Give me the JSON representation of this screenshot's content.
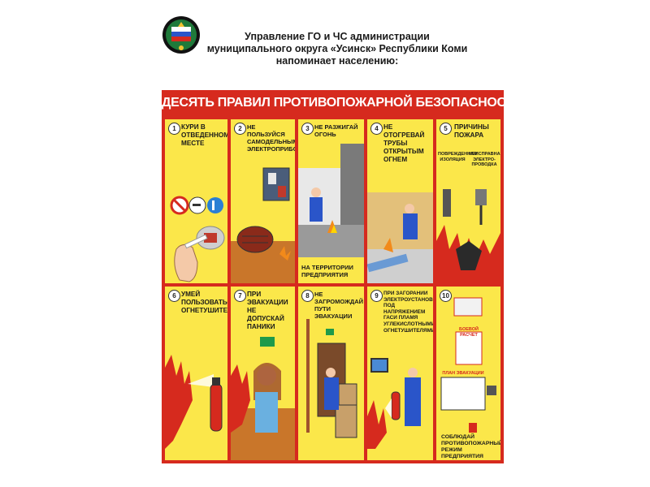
{
  "header": {
    "line1": "Управление ГО и ЧС администрации",
    "line2": "муниципального округа «Усинск» Республики Коми",
    "line3": "напоминает населению:"
  },
  "poster": {
    "title": "ДЕСЯТЬ ПРАВИЛ ПРОТИВОПОЖАРНОЙ БЕЗОПАСНОСТИ",
    "colors": {
      "red": "#d62a1e",
      "yellow": "#fbe74a"
    },
    "rules": [
      {
        "num": "1",
        "text": "КУРИ В ОТВЕДЕННОМ МЕСТЕ"
      },
      {
        "num": "2",
        "text": "НЕ ПОЛЬЗУЙСЯ САМОДЕЛЬНЫМИ ЭЛЕКТРОПРИБОРАМИ"
      },
      {
        "num": "3",
        "text": "НЕ РАЗЖИГАЙ ОГОНЬ",
        "bottom": "НА ТЕРРИТОРИИ ПРЕДПРИЯТИЯ"
      },
      {
        "num": "4",
        "text": "НЕ ОТОГРЕВАЙ ТРУБЫ ОТКРЫТЫМ ОГНЕМ"
      },
      {
        "num": "5",
        "text": "ПРИЧИНЫ ПОЖАРА",
        "sub1": "ПОВРЕЖДЕННАЯ ИЗОЛЯЦИЯ",
        "sub2": "НЕИСПРАВНАЯ ЭЛЕКТРО-ПРОВОДКА"
      },
      {
        "num": "6",
        "text": "УМЕЙ ПОЛЬЗОВАТЬСЯ ОГНЕТУШИТЕЛЕМ"
      },
      {
        "num": "7",
        "text": "ПРИ ЭВАКУАЦИИ НЕ ДОПУСКАЙ ПАНИКИ"
      },
      {
        "num": "8",
        "text": "НЕ ЗАГРОМОЖДАЙ ПУТИ ЭВАКУАЦИИ"
      },
      {
        "num": "9",
        "text": "ПРИ ЗАГОРАНИИ ЭЛЕКТРОУСТАНОВОК ПОД НАПРЯЖЕНИЕМ ГАСИ ПЛАМЯ УГЛЕКИСЛОТНЫМИ ОГНЕТУШИТЕЛЯМИ"
      },
      {
        "num": "10",
        "text": "",
        "bottom": "СОБЛЮДАЙ ПРОТИВОПОЖАРНЫЙ РЕЖИМ ПРЕДПРИЯТИЯ",
        "board1": "БОЕВОЙ РАСЧЕТ",
        "board2": "ПЛАН ЭВАКУАЦИИ"
      }
    ]
  }
}
